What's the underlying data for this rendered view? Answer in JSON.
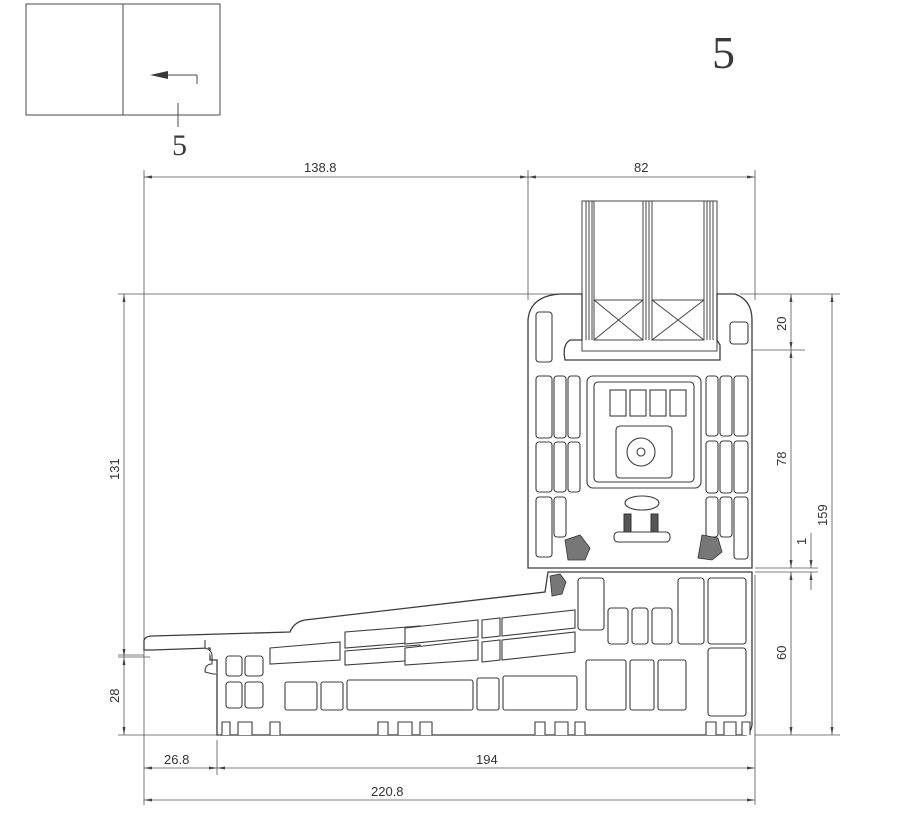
{
  "drawing": {
    "section_number": "5",
    "key_plan": {
      "section_marker_label": "5",
      "arrow_direction": "left"
    },
    "colors": {
      "line": "#3c3c3c",
      "background": "#ffffff",
      "gasket_fill": "#777777"
    },
    "dimensions": {
      "top_left_width": "138.8",
      "top_right_width": "82",
      "left_total_height": "131",
      "left_lower_height": "28",
      "right_top": "20",
      "right_middle": "78",
      "right_gap": "1",
      "right_total": "159",
      "right_bottom": "60",
      "bottom_left_width": "26.8",
      "bottom_right_width": "194",
      "bottom_total_width": "220.8"
    }
  }
}
